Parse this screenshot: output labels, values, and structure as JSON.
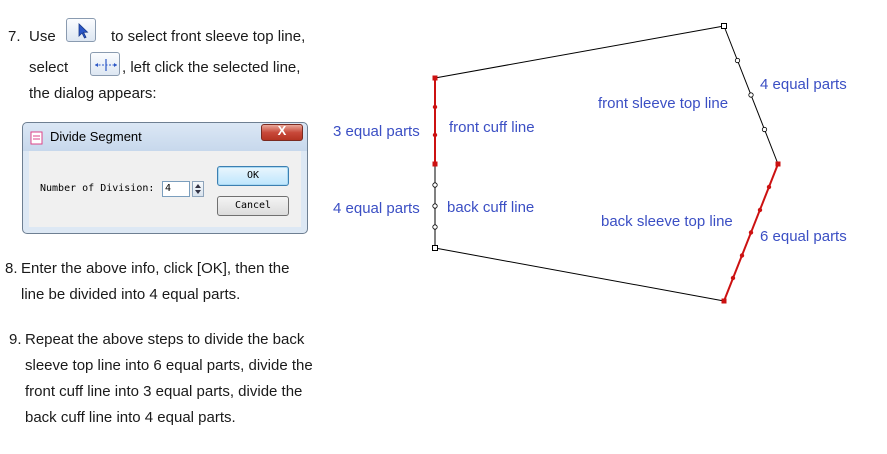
{
  "steps": {
    "step7": {
      "num": "7.",
      "use": "Use",
      "text1": "to select front sleeve top line,",
      "select": "select",
      "text2": ", left click the selected line,",
      "text3": "the dialog appears:",
      "icons": [
        "select-arrow-icon",
        "divide-segment-icon"
      ]
    },
    "step8": {
      "num": "8.",
      "line1": "Enter the above info, click [OK], then the",
      "line2": "line be divided into 4 equal parts."
    },
    "step9": {
      "num": "9.",
      "line1": "Repeat the above steps to divide the back",
      "line2": "sleeve top line into 6 equal parts, divide the",
      "line3": "front cuff line into 3 equal parts, divide the",
      "line4": "back cuff line into 4 equal parts."
    }
  },
  "dialog": {
    "title": "Divide Segment",
    "close_glyph": "X",
    "field_label": "Number of Division:",
    "field_value": "4",
    "ok_label": "OK",
    "cancel_label": "Cancel"
  },
  "diagram": {
    "labels": {
      "front_cuff_parts": "3 equal parts",
      "front_cuff_line": "front cuff line",
      "back_cuff_parts": "4 equal parts",
      "back_cuff_line": "back cuff line",
      "front_sleeve_top": "front sleeve top line",
      "front_top_parts": "4 equal parts",
      "back_sleeve_top": "back sleeve top line",
      "back_top_parts": "6 equal parts"
    },
    "colors": {
      "label": "#3b4fc4",
      "highlight": "#cc1111",
      "outline": "#000000"
    }
  }
}
